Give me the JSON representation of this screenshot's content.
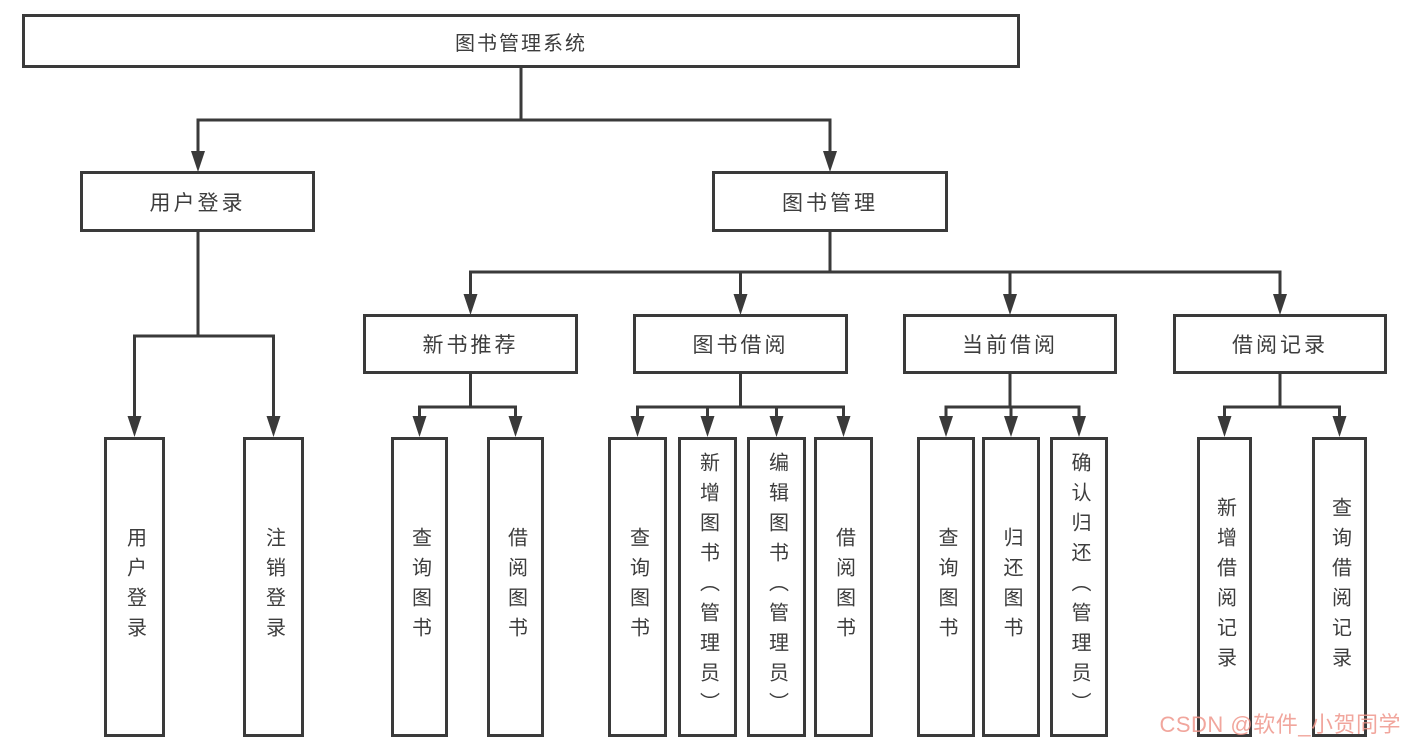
{
  "colors": {
    "line": "#3a3a3a",
    "text": "#3d3d3d",
    "box_background": "#ffffff",
    "watermark": "#ee968c"
  },
  "tree": {
    "root": "图书管理系统",
    "user_login": {
      "label": "用户登录",
      "children": [
        "用户登录",
        "注销登录"
      ]
    },
    "book_mgmt": {
      "label": "图书管理",
      "sections": [
        {
          "label": "新书推荐",
          "children": [
            "查询图书",
            "借阅图书"
          ]
        },
        {
          "label": "图书借阅",
          "children": [
            "查询图书",
            "新增图书（管理员）",
            "编辑图书（管理员）",
            "借阅图书"
          ]
        },
        {
          "label": "当前借阅",
          "children": [
            "查询图书",
            "归还图书",
            "确认归还（管理员）"
          ]
        },
        {
          "label": "借阅记录",
          "children": [
            "新增借阅记录",
            "查询借阅记录"
          ]
        }
      ]
    }
  },
  "watermark": {
    "text": "CSDN @软件_小贺同学"
  }
}
